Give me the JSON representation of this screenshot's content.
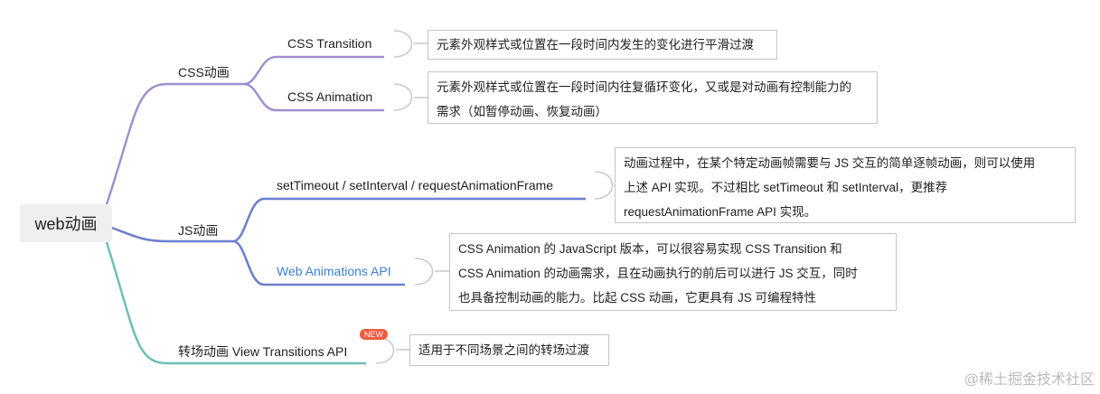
{
  "root": "web动画",
  "branches": {
    "css": {
      "label": "CSS动画",
      "color": "#a08fd0",
      "transition": {
        "label": "CSS Transition",
        "note": "元素外观样式或位置在一段时间内发生的变化进行平滑过渡"
      },
      "animation": {
        "label": "CSS Animation",
        "note_line1": "元素外观样式或位置在一段时间内往复循环变化，又或是对动画有控制能力的",
        "note_line2": "需求（如暂停动画、恢复动画）"
      }
    },
    "js": {
      "label": "JS动画",
      "color": "#6b7fcc",
      "timers": {
        "label": "setTimeout / setInterval / requestAnimationFrame",
        "note_line1": "动画过程中，在某个特定动画帧需要与 JS 交互的简单逐帧动画，则可以使用",
        "note_line2": "上述 API 实现。不过相比 setTimeout 和 setInterval，更推荐",
        "note_line3": "requestAnimationFrame API 实现。"
      },
      "waapi": {
        "label": "Web Animations API",
        "link_color": "#3b7fd6",
        "note_line1": "CSS Animation 的 JavaScript 版本，可以很容易实现 CSS Transition 和",
        "note_line2": "CSS Animation 的动画需求，且在动画执行的前后可以进行 JS 交互，同时",
        "note_line3": "也具备控制动画的能力。比起 CSS 动画，它更具有 JS 可编程特性"
      }
    },
    "vt": {
      "label": "转场动画 View Transitions API",
      "badge": "NEW",
      "color": "#6cc0b4",
      "note": "适用于不同场景之间的转场过渡"
    }
  },
  "watermark": "@稀土掘金技术社区"
}
